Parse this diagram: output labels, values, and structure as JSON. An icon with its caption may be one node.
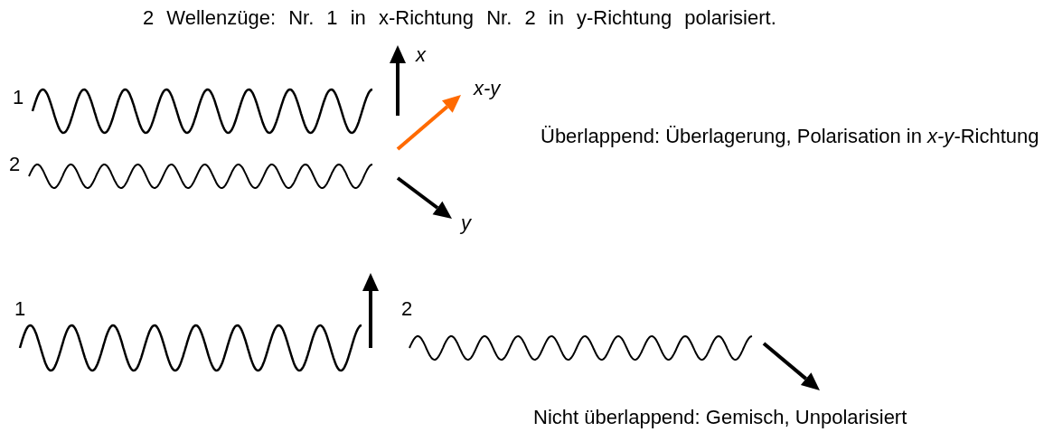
{
  "diagram": {
    "title": "2 Wellenzüge: Nr. 1 in x-Richtung Nr. 2 in y-Richtung polarisiert.",
    "labels": [
      "1",
      "2",
      "x",
      "x-y",
      "y",
      "Überlappend: Überlagerung, Polarisation in *x-y*-Richtung",
      "1",
      "2",
      "Nicht überlappend: Gemisch, Unpolarisiert"
    ]
  }
}
